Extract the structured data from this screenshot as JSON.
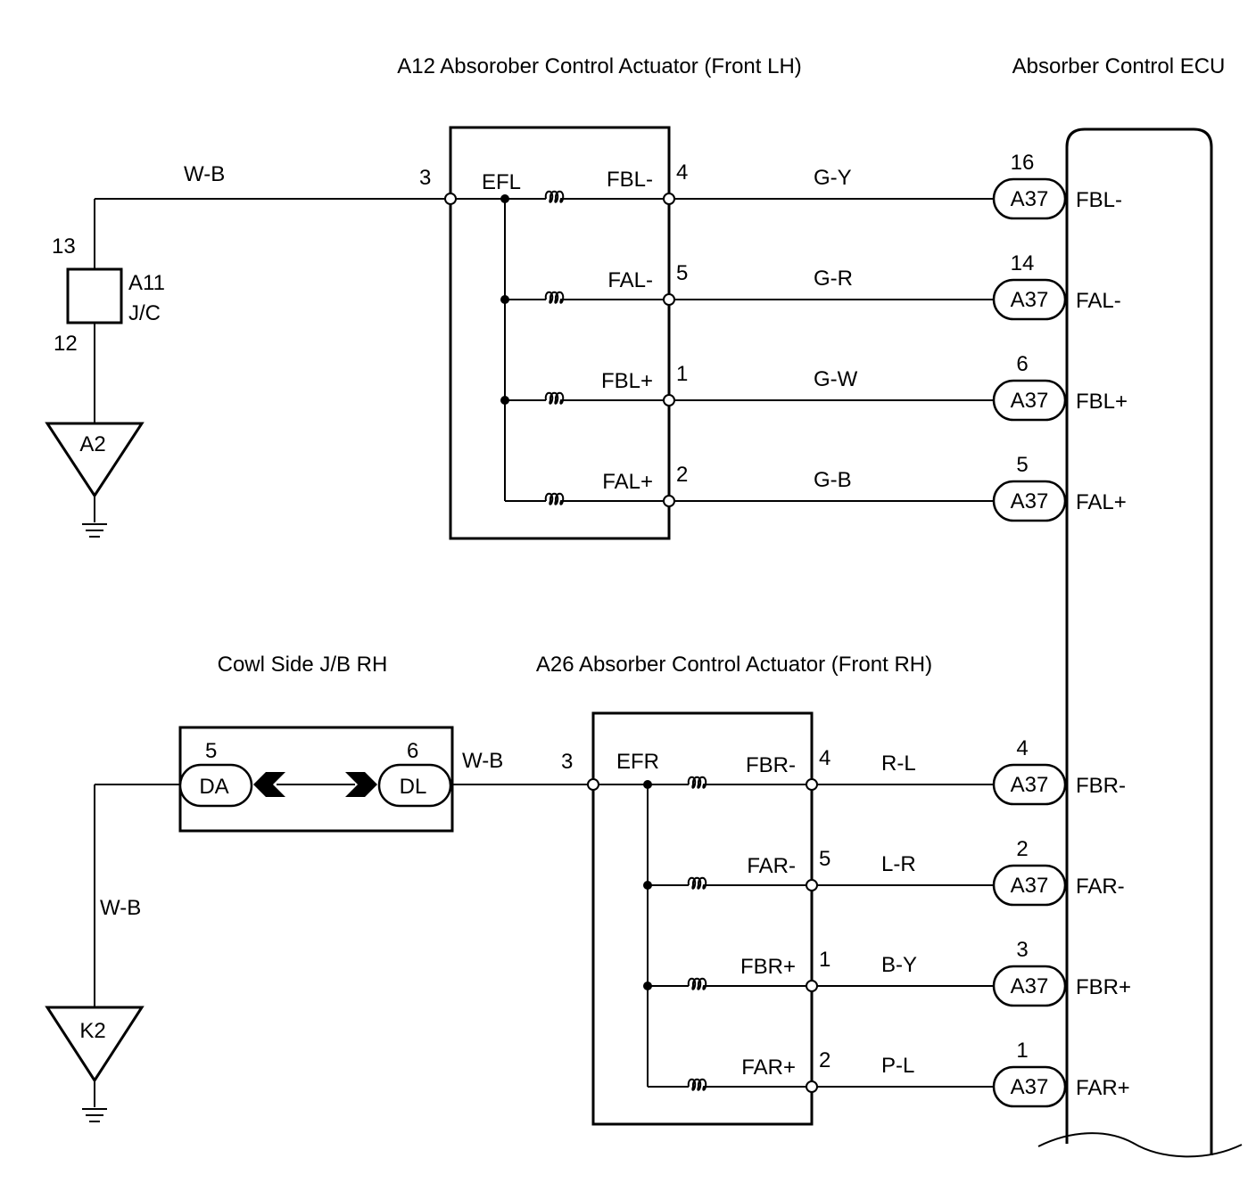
{
  "titles": {
    "front_lh": "A12 Absorober Control Actuator (Front LH)",
    "ecu": "Absorber Control ECU",
    "cowl": "Cowl Side J/B RH",
    "front_rh": "A26 Absorber Control Actuator (Front RH)"
  },
  "jc": {
    "name": "A11",
    "type": "J/C",
    "pin_top": "13",
    "pin_bottom": "12"
  },
  "grounds": {
    "lh": "A2",
    "rh": "K2"
  },
  "wires": {
    "lh_ground": "W-B",
    "rh_jb_out": "W-B",
    "rh_ground": "W-B"
  },
  "lh_actuator": {
    "common_label": "EFL",
    "common_pin": "3",
    "rows": [
      {
        "signal": "FBL-",
        "pin": "4",
        "wire": "G-Y",
        "ecu_pin": "16",
        "ecu_conn": "A37",
        "ecu_signal": "FBL-"
      },
      {
        "signal": "FAL-",
        "pin": "5",
        "wire": "G-R",
        "ecu_pin": "14",
        "ecu_conn": "A37",
        "ecu_signal": "FAL-"
      },
      {
        "signal": "FBL+",
        "pin": "1",
        "wire": "G-W",
        "ecu_pin": "6",
        "ecu_conn": "A37",
        "ecu_signal": "FBL+"
      },
      {
        "signal": "FAL+",
        "pin": "2",
        "wire": "G-B",
        "ecu_pin": "5",
        "ecu_conn": "A37",
        "ecu_signal": "FAL+"
      }
    ]
  },
  "cowl_jb": {
    "left_conn": "DA",
    "left_pin": "5",
    "right_conn": "DL",
    "right_pin": "6"
  },
  "rh_actuator": {
    "common_label": "EFR",
    "common_pin": "3",
    "rows": [
      {
        "signal": "FBR-",
        "pin": "4",
        "wire": "R-L",
        "ecu_pin": "4",
        "ecu_conn": "A37",
        "ecu_signal": "FBR-"
      },
      {
        "signal": "FAR-",
        "pin": "5",
        "wire": "L-R",
        "ecu_pin": "2",
        "ecu_conn": "A37",
        "ecu_signal": "FAR-"
      },
      {
        "signal": "FBR+",
        "pin": "1",
        "wire": "B-Y",
        "ecu_pin": "3",
        "ecu_conn": "A37",
        "ecu_signal": "FBR+"
      },
      {
        "signal": "FAR+",
        "pin": "2",
        "wire": "P-L",
        "ecu_pin": "1",
        "ecu_conn": "A37",
        "ecu_signal": "FAR+"
      }
    ]
  }
}
